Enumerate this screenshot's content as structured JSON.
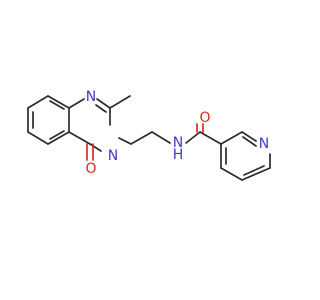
{
  "atoms": {
    "n1": {
      "symbol": "N"
    },
    "n3": {
      "symbol": "N"
    },
    "o4": {
      "symbol": "O"
    },
    "n_amide": {
      "symbol": "N"
    },
    "h_amide": {
      "symbol": "H"
    },
    "o_amide": {
      "symbol": "O"
    },
    "n_pyridine": {
      "symbol": "N"
    }
  },
  "colors": {
    "carbon_bond": "#2b2b2b",
    "nitrogen": "#3b3bc8",
    "oxygen": "#e0281e",
    "background": "#ffffff"
  }
}
